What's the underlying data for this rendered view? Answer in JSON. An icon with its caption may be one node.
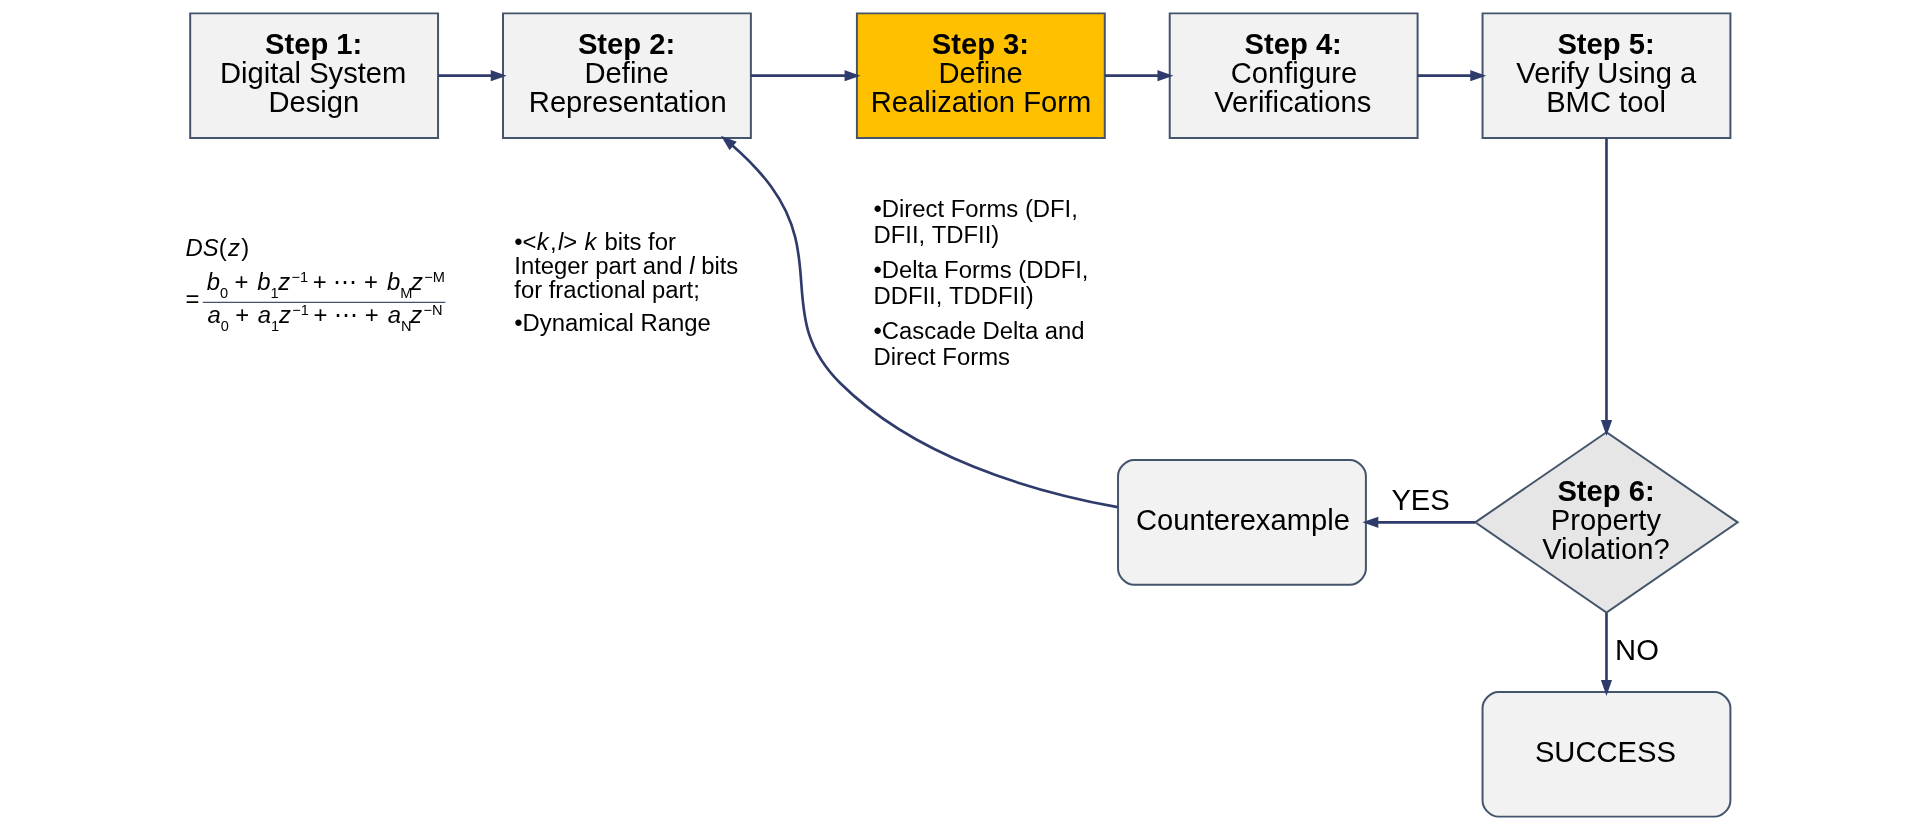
{
  "diagram": {
    "nodes": [
      {
        "text": [
          "Step 1:",
          "Digital System Design"
        ],
        "beside": [
          "*DS*(*z*)",
          "=",
          "*b*$_{0}$ + *b*$_{1}$*z*$^{−1}$ + ⋯ + *b*$_{M}$*z*$^{−M}$",
          "*a*$_{0}$ + *a*$_{1}$*z*$^{−1}$ + ⋯ + *a*$_{N}$*z*$^{−N}$"
        ]
      },
      {
        "text": [
          "Step 2:",
          "Define Representation"
        ],
        "beside": [
          "•<*k*,*l*> *k* bits for Integer part and *l* bits for fractional part;",
          "•Dynamical Range"
        ]
      },
      {
        "text": [
          "Step 3:",
          "Define Realization Form"
        ],
        "beside": [
          "•Direct Forms (DFI, DFII, TDFII)",
          "•Delta Forms (DDFI, DDFII, TDDFII)",
          "•Cascade Delta and Direct Forms"
        ]
      },
      {
        "text": [
          "Step 4:",
          "Configure Verifications"
        ]
      },
      {
        "text": [
          "Step 5:",
          "Verify Using a BMC tool"
        ]
      },
      {
        "text": [
          "Step 6:",
          "Property Violation?"
        ]
      },
      {
        "text": [
          "Counterexample"
        ]
      },
      {
        "text": [
          "SUCCESS"
        ]
      }
    ],
    "edges": [
      {
        "from": 0,
        "to": 1,
        "arrow": "to"
      },
      {
        "from": 1,
        "to": 2,
        "arrow": "to"
      },
      {
        "from": 2,
        "to": 3,
        "arrow": "to"
      },
      {
        "from": 3,
        "to": 4,
        "arrow": "to"
      },
      {
        "from": 4,
        "to": 5,
        "arrow": "to"
      },
      {
        "from": 5,
        "to": 6,
        "arrow": "to",
        "label": "YES"
      },
      {
        "from": 6,
        "to": 1,
        "arrow": "to"
      },
      {
        "from": 5,
        "to": 7,
        "arrow": "to",
        "label": "NO"
      }
    ]
  }
}
